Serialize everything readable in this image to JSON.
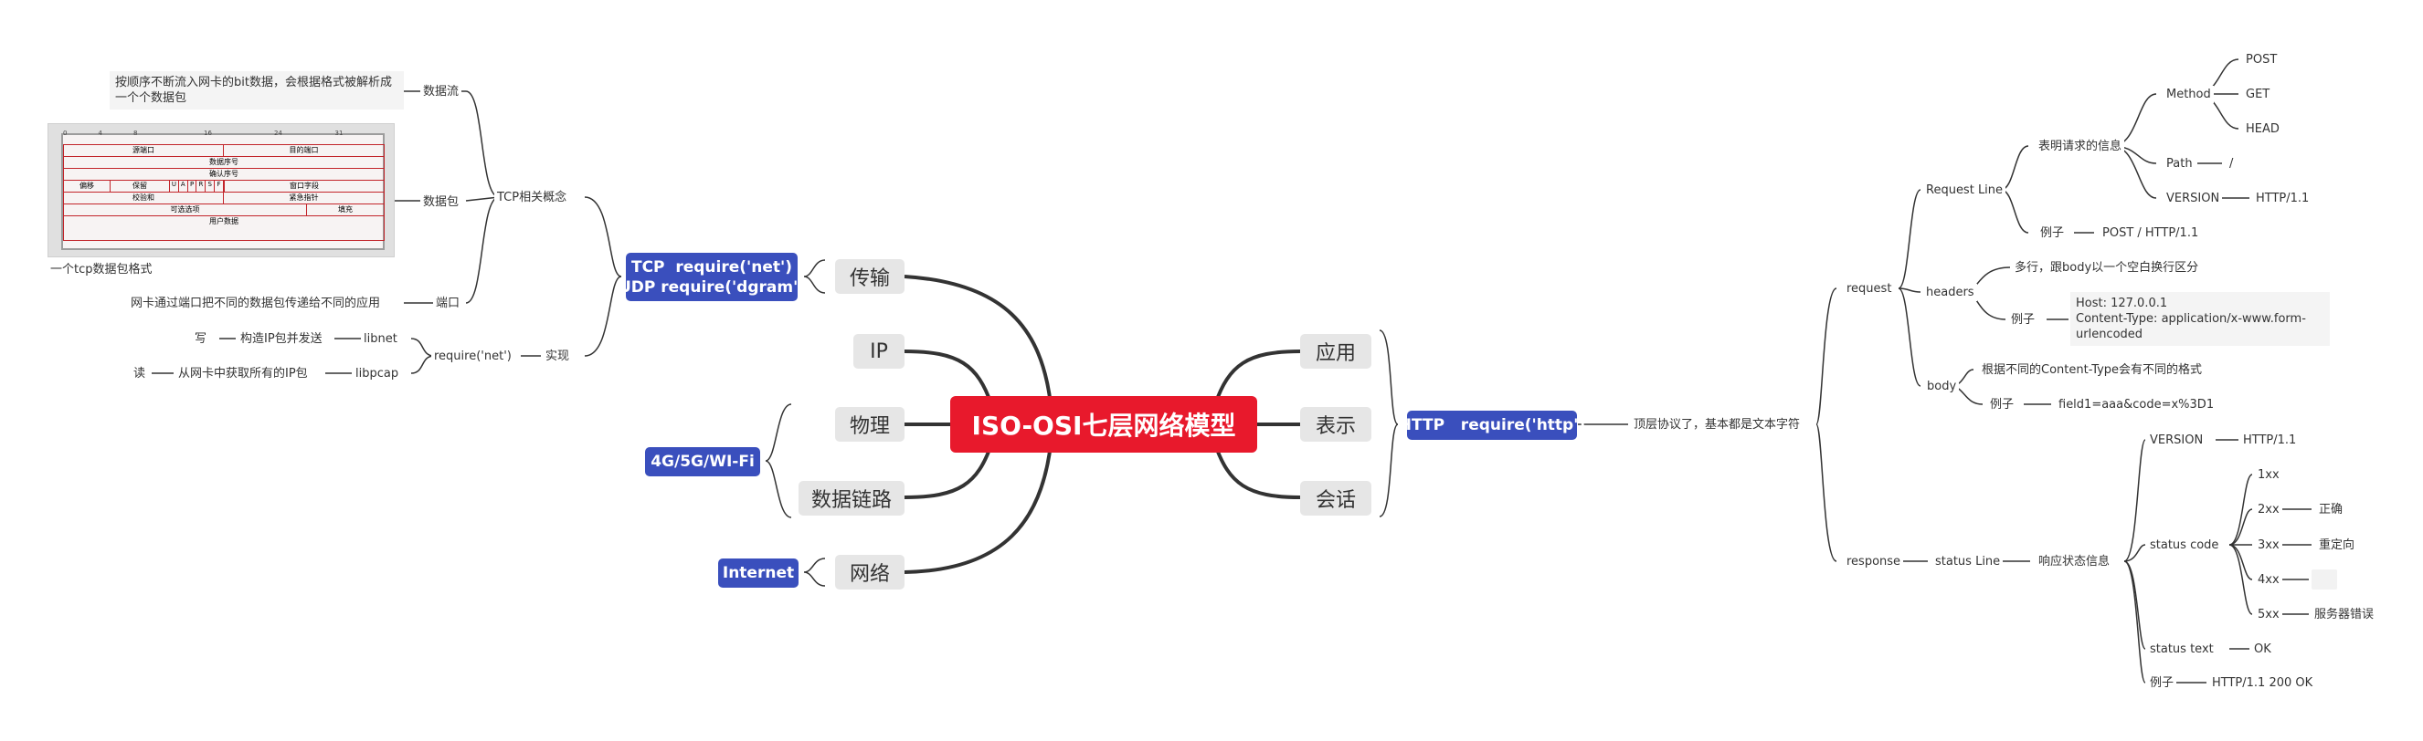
{
  "root": "ISO-OSI七层网络模型",
  "layers": {
    "application": "应用",
    "presentation": "表示",
    "session": "会话",
    "transport": "传输",
    "ip": "IP",
    "physical": "物理",
    "datalink": "数据链路",
    "network": "网络"
  },
  "badges": {
    "tcp_line1": "TCP  require('net')",
    "tcp_line2": "UDP require('dgram')",
    "wifi": "4G/5G/WI-Fi",
    "internet": "Internet",
    "http": "HTTP   require('http')"
  },
  "tcp": {
    "concepts": "TCP相关概念",
    "stream": "数据流",
    "stream_desc": "按顺序不断流入网卡的bit数据，会根据格式被解析成一个个数据包",
    "packet": "数据包",
    "packet_caption": "一个tcp数据包格式",
    "port": "端口",
    "port_desc": "网卡通过端口把不同的数据包传递给不同的应用",
    "impl": "实现",
    "require_net": "require('net')",
    "libnet": "libnet",
    "libnet_desc": "构造IP包并发送",
    "write": "写",
    "libpcap": "libpcap",
    "libpcap_desc": "从网卡中获取所有的IP包",
    "read": "读"
  },
  "packet_table": {
    "ticks": [
      "0",
      "4",
      "8",
      "16",
      "24",
      "31"
    ],
    "src_port": "源端口",
    "dst_port": "目的端口",
    "seq": "数据序号",
    "ack": "确认序号",
    "offset": "偏移",
    "reserved": "保留",
    "flags": [
      "U",
      "A",
      "P",
      "R",
      "S",
      "F"
    ],
    "window": "窗口字段",
    "checksum": "校验和",
    "urgent": "紧急指针",
    "options": "可选选项",
    "padding": "填充",
    "user_data": "用户数据"
  },
  "http": {
    "desc": "顶层协议了，基本都是文本字符",
    "request": "request",
    "request_line": "Request Line",
    "req_info": "表明请求的信息",
    "method": "Method",
    "methods": [
      "POST",
      "GET",
      "HEAD"
    ],
    "path": "Path",
    "path_value": "/",
    "version": "VERSION",
    "version_value": "HTTP/1.1",
    "example": "例子",
    "req_line_example": "POST / HTTP/1.1",
    "headers": "headers",
    "headers_desc": "多行，跟body以一个空白换行区分",
    "headers_example": "Host: 127.0.0.1\nContent-Type: application/x-www.form-urlencoded",
    "body": "body",
    "body_desc": "根据不同的Content-Type会有不同的格式",
    "body_example": "field1=aaa&code=x%3D1",
    "response": "response",
    "status_line": "status Line",
    "resp_info": "响应状态信息",
    "resp_version": "VERSION",
    "resp_version_value": "HTTP/1.1",
    "status_code": "status code",
    "codes": [
      {
        "code": "1xx",
        "meaning": ""
      },
      {
        "code": "2xx",
        "meaning": "正确"
      },
      {
        "code": "3xx",
        "meaning": "重定向"
      },
      {
        "code": "4xx",
        "meaning": ""
      },
      {
        "code": "5xx",
        "meaning": "服务器错误"
      }
    ],
    "status_text": "status text",
    "status_text_value": "OK",
    "resp_example_label": "例子",
    "resp_example": "HTTP/1.1 200 OK"
  },
  "colors": {
    "root": "#e8192c",
    "badge": "#3a4fbd",
    "main_node": "#e6e6e6",
    "line": "#333333"
  }
}
